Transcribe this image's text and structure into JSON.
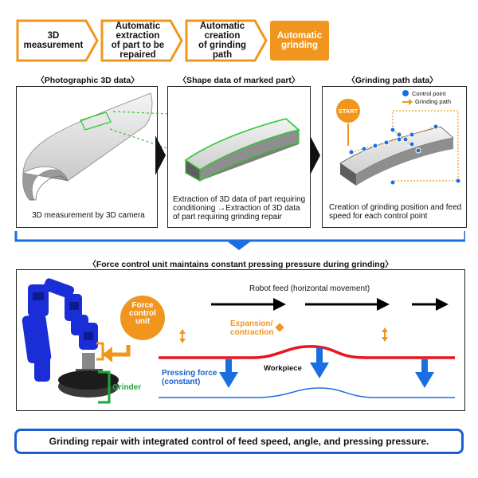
{
  "steps": [
    {
      "label": "3D\nmeasurement"
    },
    {
      "label": "Automatic\nextraction\nof part to be\nrepaired"
    },
    {
      "label": "Automatic\ncreation\nof grinding\npath"
    },
    {
      "label": "Automatic\ngrinding"
    }
  ],
  "panels": {
    "photo": {
      "title": "〈Photographic 3D data〉",
      "caption": "3D measurement by 3D camera"
    },
    "shape": {
      "title": "〈Shape data of marked part〉",
      "caption": "Extraction of 3D data of part requiring conditioning →Extraction of 3D data of part requiring grinding repair"
    },
    "path": {
      "title": "〈Grinding path data〉",
      "caption": "Creation of grinding position and feed speed for each control point",
      "legend_control": "Control point",
      "legend_path": "Grinding path",
      "start": "START"
    }
  },
  "force": {
    "title": "〈Force control unit maintains constant pressing pressure during grinding〉",
    "robot_feed": "Robot feed (horizontal movement)",
    "force_unit": "Force\ncontrol\nunit",
    "expansion": "Expansion/\ncontraction",
    "workpiece": "Workpiece",
    "pressing": "Pressing force\n(constant)",
    "grinder": "Grinder"
  },
  "footer": "Grinding repair with integrated control of feed speed, angle, and pressing pressure.",
  "colors": {
    "orange": "#f0961e",
    "blue": "#1a6fe0",
    "red": "#e8141e",
    "green": "#1ea83c",
    "footer_border": "#1a5fd0"
  }
}
